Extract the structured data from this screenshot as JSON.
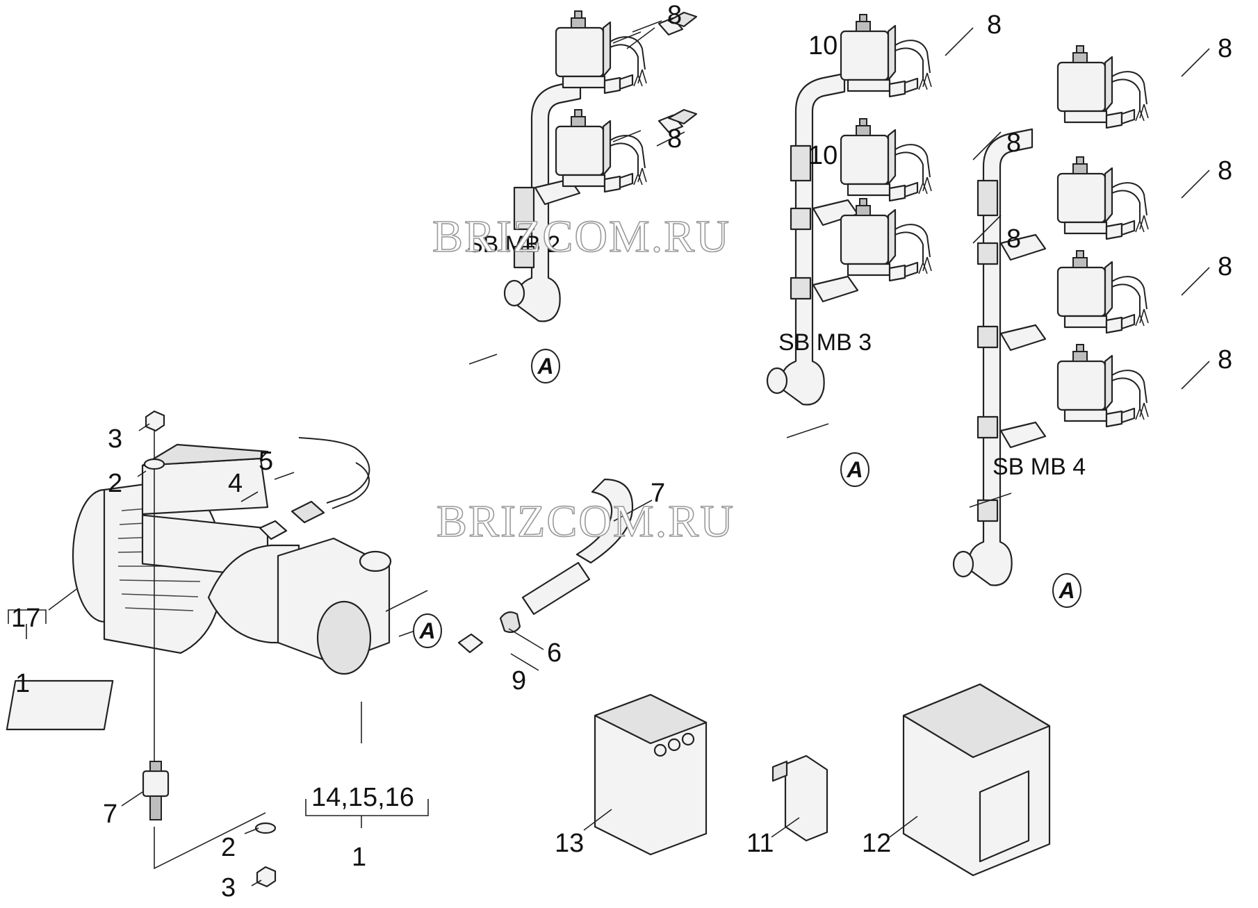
{
  "watermark": "BRIZCOM.RU",
  "sections": {
    "sb_mb_2": "SB MB 2",
    "sb_mb_3": "SB MB 3",
    "sb_mb_4": "SB MB 4"
  },
  "reference_marker": "A",
  "callouts": {
    "n1": "1",
    "n2": "2",
    "n3": "3",
    "n4": "4",
    "n5": "5",
    "n6": "6",
    "n7": "7",
    "n8": "8",
    "n9": "9",
    "n10": "10",
    "n11": "11",
    "n12": "12",
    "n13": "13",
    "n17": "17",
    "n14_15_16": "14,15,16"
  }
}
